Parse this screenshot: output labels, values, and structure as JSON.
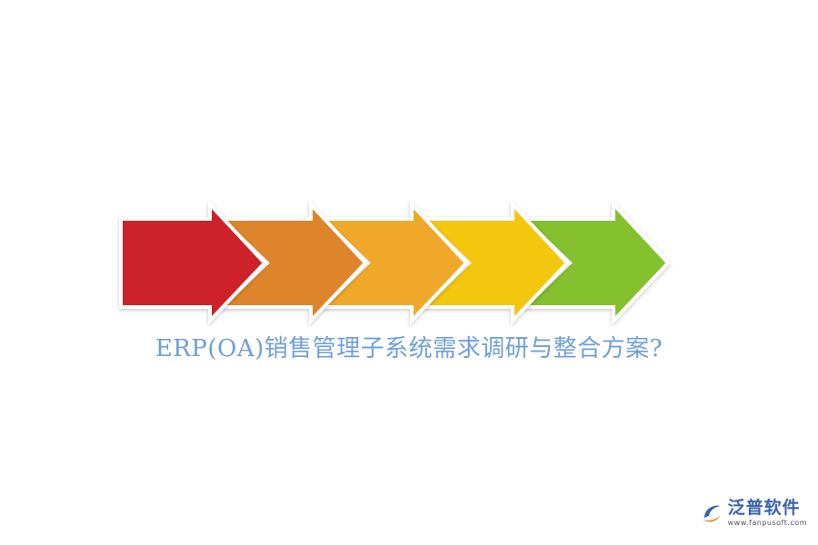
{
  "title": "ERP(OA)销售管理子系统需求调研与整合方案?",
  "colors": {
    "title": "#6f9fd8",
    "arrow_outline": "#ffffff",
    "arrows": [
      "#cd232c",
      "#de8429",
      "#f0a82c",
      "#f2c70f",
      "#85c02e"
    ],
    "brand_name": "#3a63ad",
    "brand_url": "#555555",
    "brand_mark": "#3a63ad",
    "brand_mark_accent": "#e8872a"
  },
  "brand": {
    "name": "泛普软件",
    "url": "www.fanpusoft.com",
    "icon": "fanpu-logo-icon"
  }
}
